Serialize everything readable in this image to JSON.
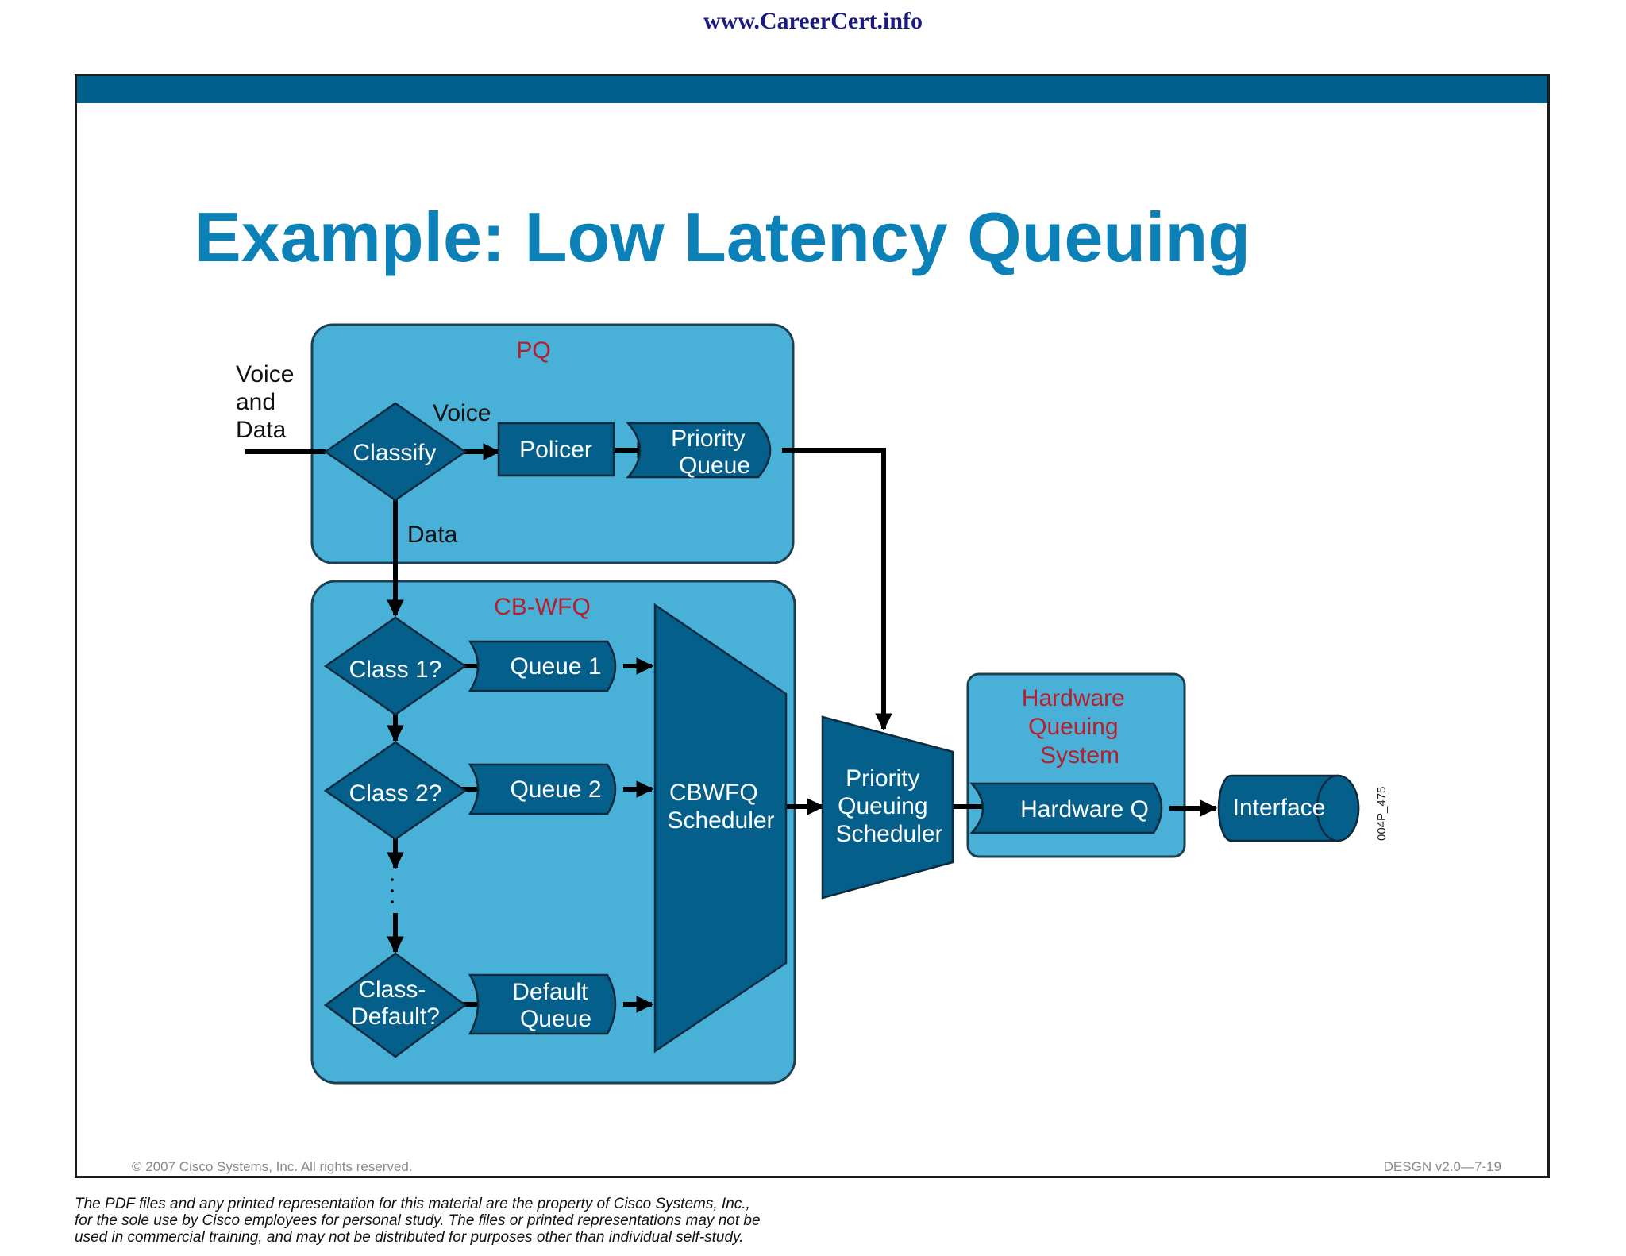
{
  "header": {
    "site_link": "www.CareerCert.info"
  },
  "slide": {
    "title": "Example: Low Latency Queuing",
    "copyright": "© 2007 Cisco Systems, Inc. All rights reserved.",
    "course_code": "DESGN v2.0—7-19",
    "figure_id": "004P_475"
  },
  "diagram": {
    "input_label": [
      "Voice",
      "and",
      "Data"
    ],
    "pq": {
      "title": "PQ",
      "classify": "Classify",
      "voice_label": "Voice",
      "data_label": "Data",
      "policer": "Policer",
      "priority_queue": [
        "Priority",
        "Queue"
      ]
    },
    "cbwfq": {
      "title": "CB-WFQ",
      "class1": "Class 1?",
      "class2": "Class 2?",
      "class_default": [
        "Class-",
        "Default?"
      ],
      "queue1": "Queue 1",
      "queue2": "Queue 2",
      "default_queue": [
        "Default",
        "Queue"
      ],
      "scheduler": [
        "CBWFQ",
        "Scheduler"
      ]
    },
    "pq_scheduler": [
      "Priority",
      "Queuing",
      "Scheduler"
    ],
    "hardware": {
      "title": [
        "Hardware",
        "Queuing",
        "System"
      ],
      "queue": "Hardware Q"
    },
    "interface": "Interface"
  },
  "footer": {
    "disclaimer": [
      "The PDF files and any printed representation for this material are the property of Cisco Systems, Inc.,",
      "for the sole use by Cisco employees for personal study. The files or printed representations may not be",
      "used in commercial training, and may not be distributed for purposes other than individual self-study."
    ]
  },
  "colors": {
    "panel": "#49b0d8",
    "node": "#045f8a",
    "accent_title": "#0b81b7",
    "label_red": "#b5202b",
    "header_band": "#005f8d"
  }
}
